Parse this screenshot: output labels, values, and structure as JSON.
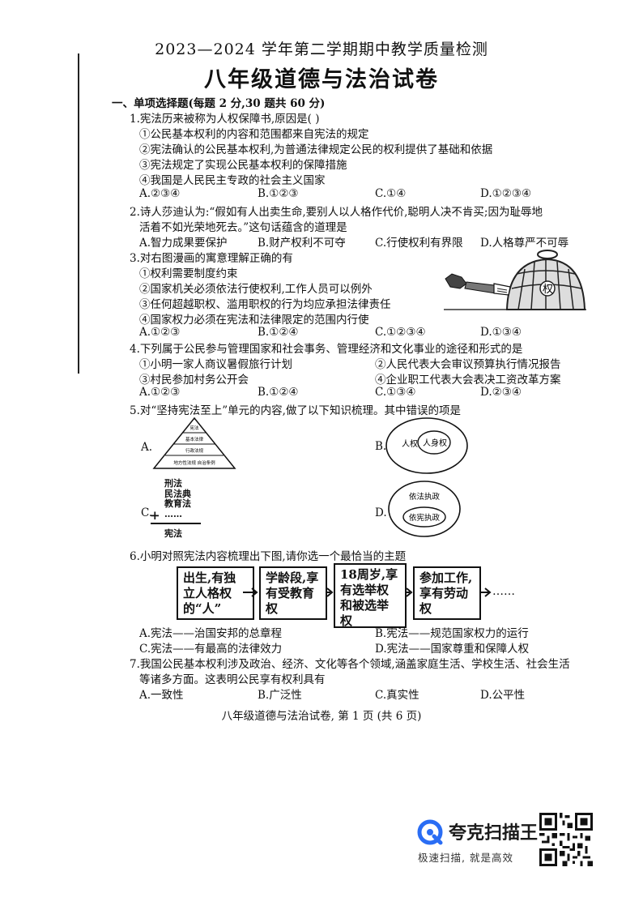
{
  "header": {
    "exam_title": "2023—2024 学年第二学期期中教学质量检测",
    "paper_title": "八年级道德与法治试卷"
  },
  "section1": {
    "heading": "一、单项选择题(每题 2 分,30 题共 60 分)"
  },
  "q1": {
    "stem": "1.宪法历来被称为人权保障书,原因是(      )",
    "items": [
      "①公民基本权利的内容和范围都来自宪法的规定",
      "②宪法确认的公民基本权利,为普通法律规定公民的权利提供了基础和依据",
      "③宪法规定了实现公民基本权利的保障措施",
      "④我国是人民民主专政的社会主义国家"
    ],
    "options": [
      "A.②③④",
      "B.①②③",
      "C.①④",
      "D.①②③④"
    ]
  },
  "q2": {
    "stem1": "2.诗人莎迪认为:“假如有人出卖生命,要别人以人格作代价,聪明人决不肯买;因为耻辱地",
    "stem2": "活着不如光荣地死去。”这句话蕴含的道理是",
    "options": [
      "A.智力成果要保护",
      "B.财产权利不可夺",
      "C.行使权利有界限",
      "D.人格尊严不可辱"
    ]
  },
  "q3": {
    "stem": "3.对右图漫画的寓意理解正确的有",
    "items": [
      "①权利需要制度约束",
      "②国家机关必须依法行使权利,工作人员可以例外",
      "③任何超越职权、滥用职权的行为均应承担法律责任",
      "④国家权力必须在宪法和法律限定的范围内行使"
    ],
    "options": [
      "A.①②③",
      "B.①②④",
      "C.①②③④",
      "D.①③④"
    ],
    "cartoon_label": "权"
  },
  "q4": {
    "stem": "4.下列属于公民参与管理国家和社会事务、管理经济和文化事业的途径和形式的是",
    "items": [
      "①小明一家人商议暑假旅行计划",
      "②人民代表大会审议预算执行情况报告",
      "③村民参加村务公开会",
      "④企业职工代表大会表决工资改革方案"
    ],
    "options": [
      "A.①②③",
      "B.①②④",
      "C.①③④",
      "D.②③④"
    ]
  },
  "q5": {
    "stem": "5.对“坚持宪法至上”单元的内容,做了以下知识梳理。其中错误的项是",
    "A_label": "A.",
    "A_pyramid": [
      "宪法",
      "基本法律",
      "行政法规",
      "地方性法规 自治条例"
    ],
    "B_label": "B.",
    "B_outer": "人权",
    "B_inner": "人身权",
    "C_label": "C.",
    "C_plus": "+",
    "C_lines": [
      "刑法",
      "民法典",
      "教育法",
      "……"
    ],
    "C_bottom": "宪法",
    "D_label": "D.",
    "D_outer": "依法执政",
    "D_inner": "依宪执政"
  },
  "q6": {
    "stem": "6.小明对照宪法内容梳理出下图,请你选一个最恰当的主题",
    "boxes": [
      "出生,有独立人格权的“人”",
      "学龄段,享有受教育权",
      "18周岁,享有选举权和被选举权",
      "参加工作,享有劳动权"
    ],
    "ellipsis": "……",
    "options": [
      "A.宪法——治国安邦的总章程",
      "B.宪法——规范国家权力的运行",
      "C.宪法——有最高的法律效力",
      "D.宪法——国家尊重和保障人权"
    ]
  },
  "q7": {
    "stem1": "7.我国公民基本权利涉及政治、经济、文化等各个领域,涵盖家庭生活、学校生活、社会生活",
    "stem2": "等诸多方面。这表明公民享有权利具有",
    "options": [
      "A.一致性",
      "B.广泛性",
      "C.真实性",
      "D.公平性"
    ]
  },
  "footer": {
    "text": "八年级道德与法治试卷, 第 1 页  (共 6 页)"
  },
  "watermark": {
    "brand": "夸克扫描王",
    "slogan": "极速扫描, 就是高效"
  }
}
